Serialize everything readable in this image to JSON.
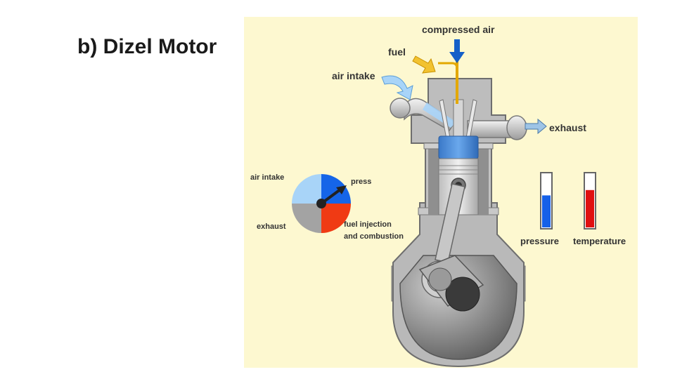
{
  "title": "b) Dizel Motor",
  "diagram": {
    "labels": {
      "compressed_air": "compressed air",
      "fuel": "fuel",
      "air_intake": "air intake",
      "exhaust": "exhaust"
    },
    "cycle_dial": {
      "sectors": {
        "air_intake": "air intake",
        "press": "press",
        "exhaust": "exhaust",
        "fuel_injection_line1": "fuel injection",
        "fuel_injection_line2": "and combustion"
      },
      "active_sector": "press"
    },
    "gauges": {
      "pressure": {
        "label": "pressure",
        "level": 0.6
      },
      "temperature": {
        "label": "temperature",
        "level": 0.7
      }
    },
    "colors": {
      "background": "#fdf8d0",
      "air_intake": "#a8d4f8",
      "press": "#1565e8",
      "fuel_combustion": "#f03a14",
      "exhaust": "#a3a3a3",
      "pressure_fluid": "#1560e8",
      "temperature_fluid": "#e01010",
      "fuel": "#e3a800",
      "compressed_air_arrow": "#1560c8",
      "piston_head": "#4a8edc"
    }
  }
}
